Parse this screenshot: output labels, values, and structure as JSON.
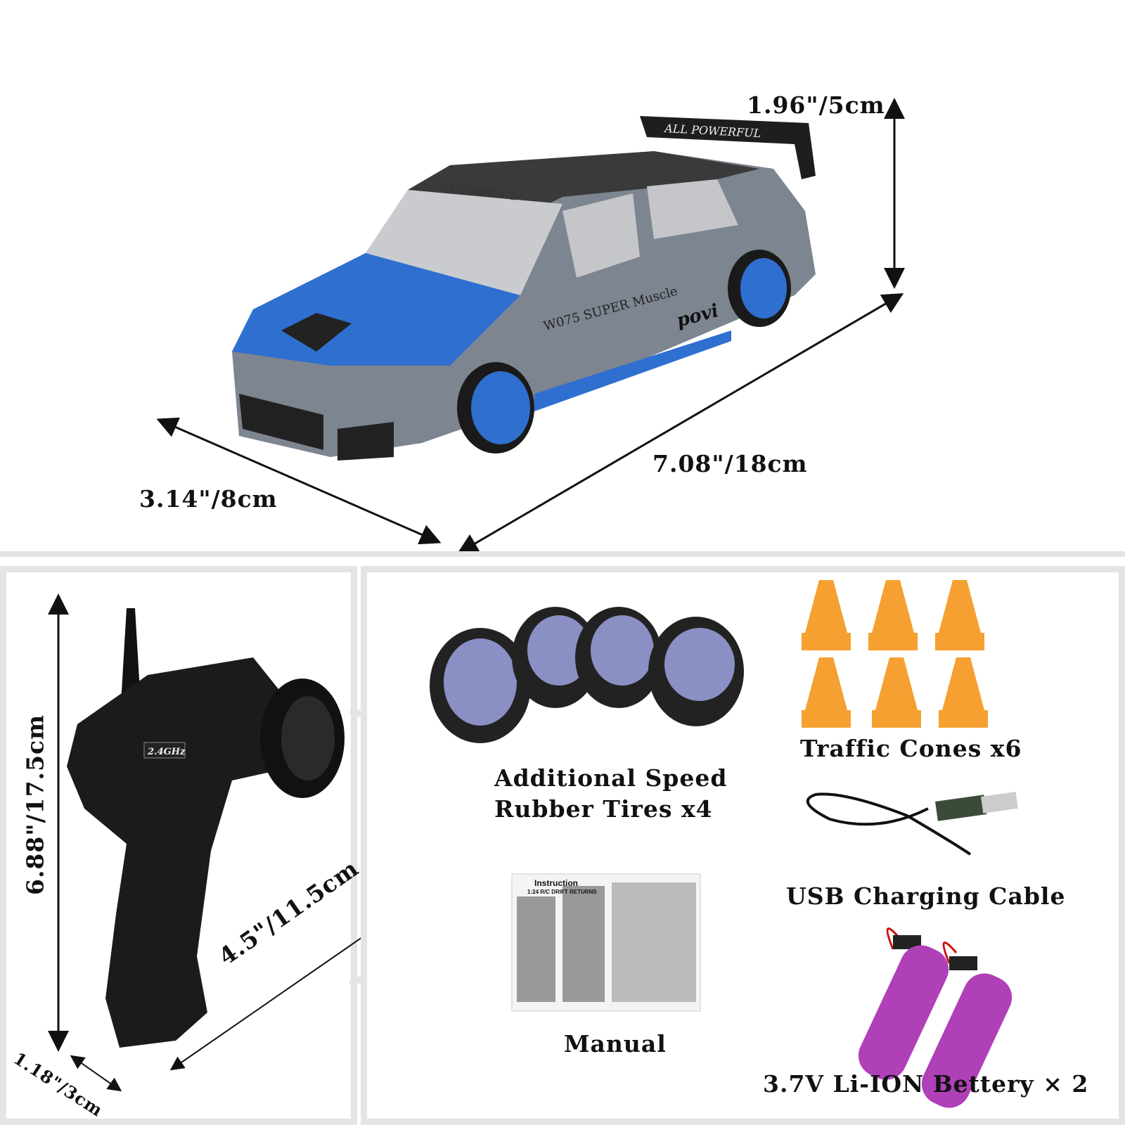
{
  "dimensions": {
    "height": "1.96\"/5cm",
    "length": "7.08\"/18cm",
    "width": "3.14\"/8cm",
    "controller_height": "6.88\"/17.5cm",
    "controller_width": "4.5\"/11.5cm",
    "controller_depth": "1.18\"/3cm"
  },
  "car_decals": {
    "spoiler": "ALL POWERFUL",
    "windshield": "FUTURERACE",
    "door": "W075 SUPER Muscle",
    "brand": "povi"
  },
  "controller_badge": "2.4GHz",
  "accessories": {
    "tires": [
      "Additional Speed",
      "Rubber Tires x4"
    ],
    "cones": "Traffic Cones x6",
    "cable": "USB Charging Cable",
    "manual": "Manual",
    "battery": "3.7V Li-ION Bettery × 2"
  },
  "manual_title": "Instruction",
  "manual_subtitle": "1:24 R/C DRIFT RETURNS",
  "colors": {
    "car_body": "#7d8590",
    "car_accent": "#2f6fd0",
    "cone": "#f5a030",
    "battery": "#b040b8",
    "border": "#e4e4e4"
  }
}
